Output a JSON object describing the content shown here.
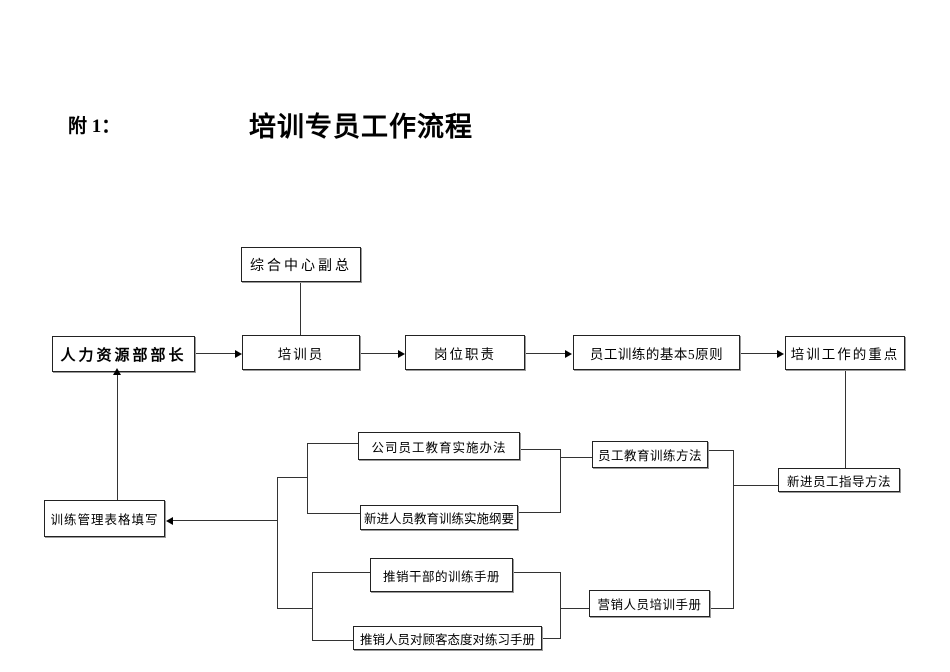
{
  "header": {
    "prefix": "附 1：",
    "title": "培训专员工作流程"
  },
  "diagram": {
    "nodes": {
      "vp": {
        "label": "综合中心副总"
      },
      "hr_director": {
        "label": "人力资源部部长"
      },
      "trainer": {
        "label": "培训员"
      },
      "job_duty": {
        "label": "岗位职责"
      },
      "principles": {
        "label": "员工训练的基本5原则"
      },
      "focus": {
        "label": "培训工作的重点"
      },
      "company_plan": {
        "label": "公司员工教育实施办法"
      },
      "training_method": {
        "label": "员工教育训练方法"
      },
      "newcomer_outline": {
        "label": "新进人员教育训练实施纲要"
      },
      "newcomer_guide": {
        "label": "新进员工指导方法"
      },
      "forms": {
        "label": "训练管理表格填写"
      },
      "sales_manual": {
        "label": "推销干部的训练手册"
      },
      "attitude_manual": {
        "label": "推销人员对顾客态度对练习手册"
      },
      "marketing_manual": {
        "label": "营销人员培训手册"
      }
    },
    "edges": [
      {
        "from": "vp",
        "to": "trainer",
        "arrow": false
      },
      {
        "from": "hr_director",
        "to": "trainer",
        "arrow": true
      },
      {
        "from": "trainer",
        "to": "job_duty",
        "arrow": true
      },
      {
        "from": "job_duty",
        "to": "principles",
        "arrow": true
      },
      {
        "from": "principles",
        "to": "focus",
        "arrow": true
      },
      {
        "from": "focus",
        "to": "newcomer_guide",
        "arrow": false
      },
      {
        "from": "company_plan",
        "to": "training_method",
        "arrow": false
      },
      {
        "from": "newcomer_outline",
        "to": "training_method",
        "arrow": false
      },
      {
        "from": "training_method",
        "to": "newcomer_guide",
        "arrow": false
      },
      {
        "from": "training_method",
        "to": "marketing_manual",
        "arrow": false
      },
      {
        "from": "sales_manual",
        "to": "marketing_manual",
        "arrow": false
      },
      {
        "from": "attitude_manual",
        "to": "marketing_manual",
        "arrow": false
      },
      {
        "from": "manual_groups_junction",
        "to": "forms",
        "arrow": true
      },
      {
        "from": "forms",
        "to": "hr_director",
        "arrow": true
      }
    ],
    "colors": {
      "background": "#ffffff",
      "line": "#333333",
      "border": "#222222",
      "text": "#000000",
      "shadow": "#9a9a9a"
    }
  }
}
